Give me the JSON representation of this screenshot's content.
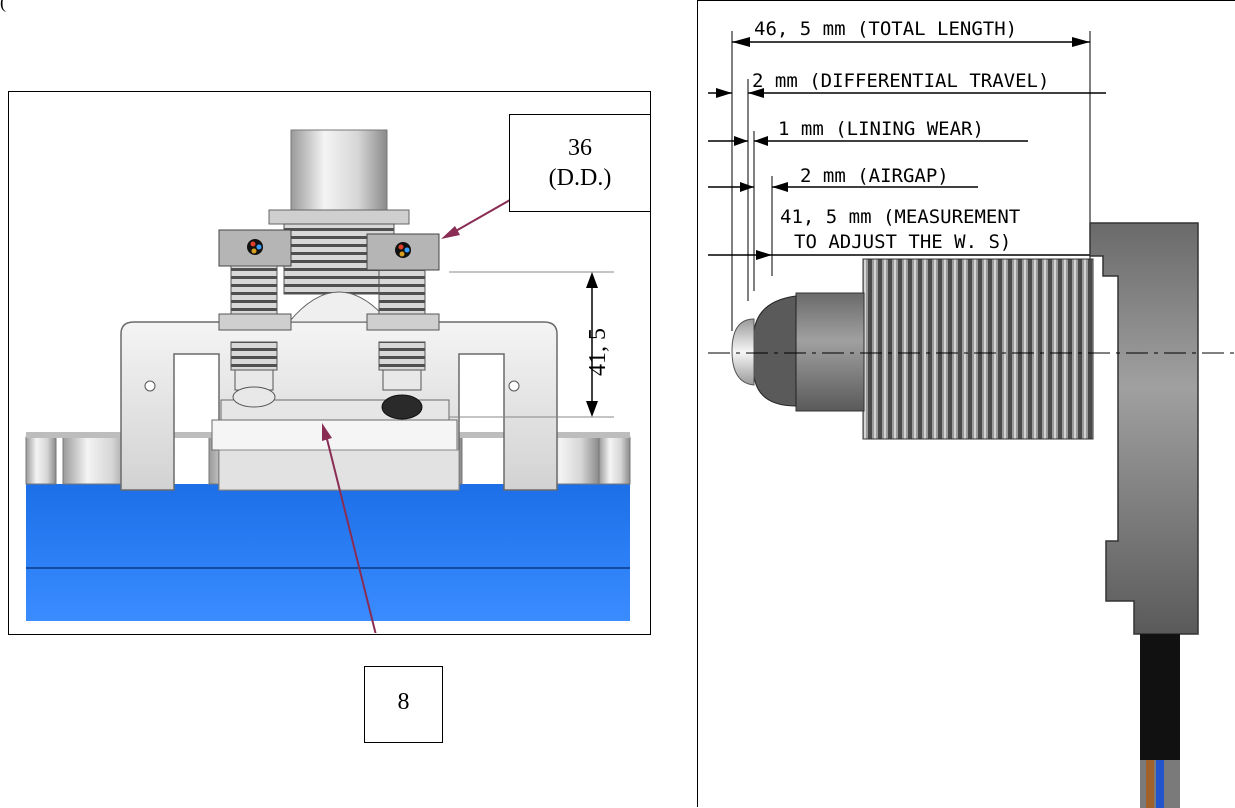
{
  "partial_header": "(",
  "left_figure": {
    "callout_top_number": "36",
    "callout_top_sub": "(D.D.)",
    "callout_bottom": "8",
    "dimension_label": "41, 5"
  },
  "right_figure": {
    "dimensions": [
      {
        "label": "46, 5 mm (TOTAL LENGTH)"
      },
      {
        "label": "2 mm (DIFFERENTIAL TRAVEL)"
      },
      {
        "label": "1 mm (LINING WEAR)"
      },
      {
        "label": "2 mm (AIRGAP)"
      },
      {
        "label_line1": "41, 5 mm (MEASUREMENT",
        "label_line2": "TO ADJUST THE W. S)"
      }
    ]
  },
  "colors": {
    "base_blue": "#2f7ff0",
    "base_blue_dark": "#1e5fc0",
    "arrow_maroon": "#8a2d55",
    "sensor_gray": "#8c8c8c",
    "cable_black": "#111111"
  }
}
